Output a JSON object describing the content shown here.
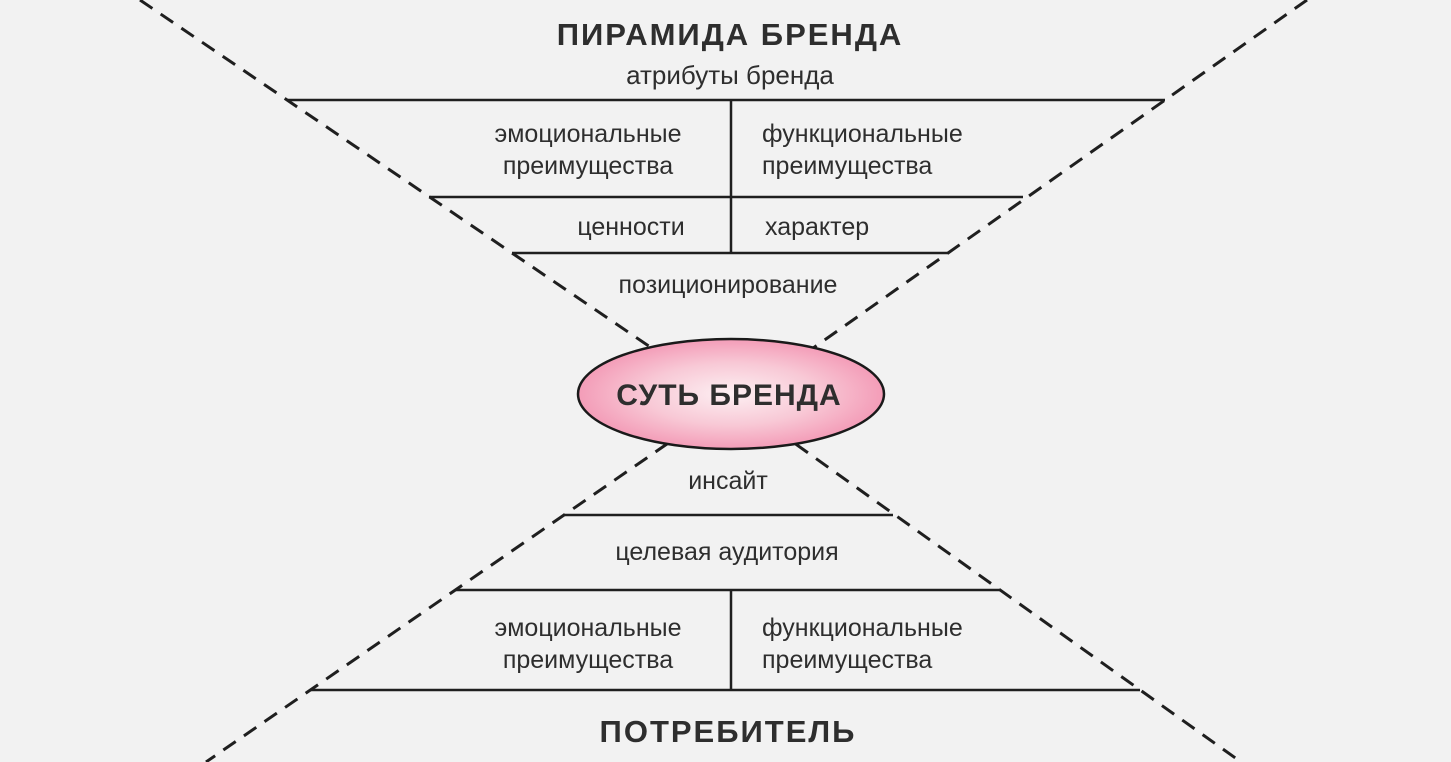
{
  "title": "ПИРАМИДА БРЕНДА",
  "top": {
    "attributes": "атрибуты бренда",
    "emotional": "эмоциональные преимущества",
    "functional": "функциональные преимущества",
    "values": "ценности",
    "character": "характер",
    "positioning": "позиционирование"
  },
  "core": "СУТЬ БРЕНДА",
  "bottom": {
    "insight": "инсайт",
    "audience": "целевая аудитория",
    "emotional": "эмоциональные преимущества",
    "functional": "функциональные преимущества",
    "consumer": "ПОТРЕБИТЕЛЬ"
  },
  "colors": {
    "background": "#f2f2f2",
    "line": "#1f1f1f",
    "text": "#2e2e2e",
    "ellipse_edge_pink": "#f184a7",
    "ellipse_mid_pink": "#f8c9d6",
    "ellipse_center_light": "#fdf0f3"
  }
}
